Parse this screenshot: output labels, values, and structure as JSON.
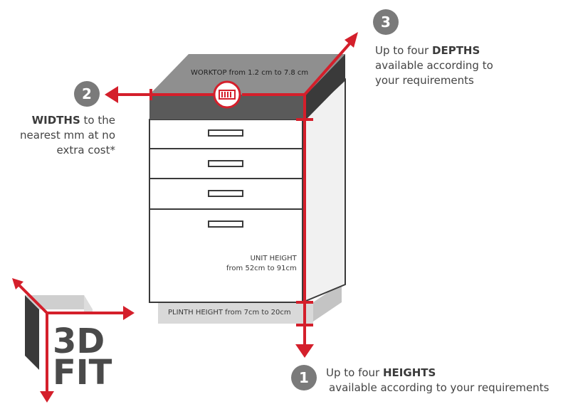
{
  "worktop_label": "WORKTOP from 1.2 cm to 7.8 cm",
  "unit_height_label": [
    "UNIT HEIGHT",
    "from 52cm to 91cm"
  ],
  "plinth_label": "PLINTH HEIGHT from 7cm to 20cm",
  "callouts": {
    "widths": {
      "number": "2",
      "bold": "WIDTHS",
      "text_1": " to the",
      "text_2": "nearest mm at no",
      "text_3": "extra cost*"
    },
    "depths": {
      "number": "3",
      "text_1": "Up to four ",
      "bold": "DEPTHS",
      "text_2": "available according to",
      "text_3": "your requirements"
    },
    "heights": {
      "number": "1",
      "text_1": "Up to four ",
      "bold": "HEIGHTS",
      "text_2": "available according to your requirements"
    }
  },
  "logo_text": [
    "3D",
    "FIT"
  ],
  "colors": {
    "accent": "#d41f2b",
    "badge": "#7a7a7a",
    "worktop": "#8c8c8c",
    "cabinet_outline": "#3a3a3a"
  },
  "icons": [
    "measure-gauge-icon",
    "arrow-left-icon",
    "arrow-up-right-icon",
    "arrow-down-icon",
    "3d-fit-logo-icon"
  ]
}
